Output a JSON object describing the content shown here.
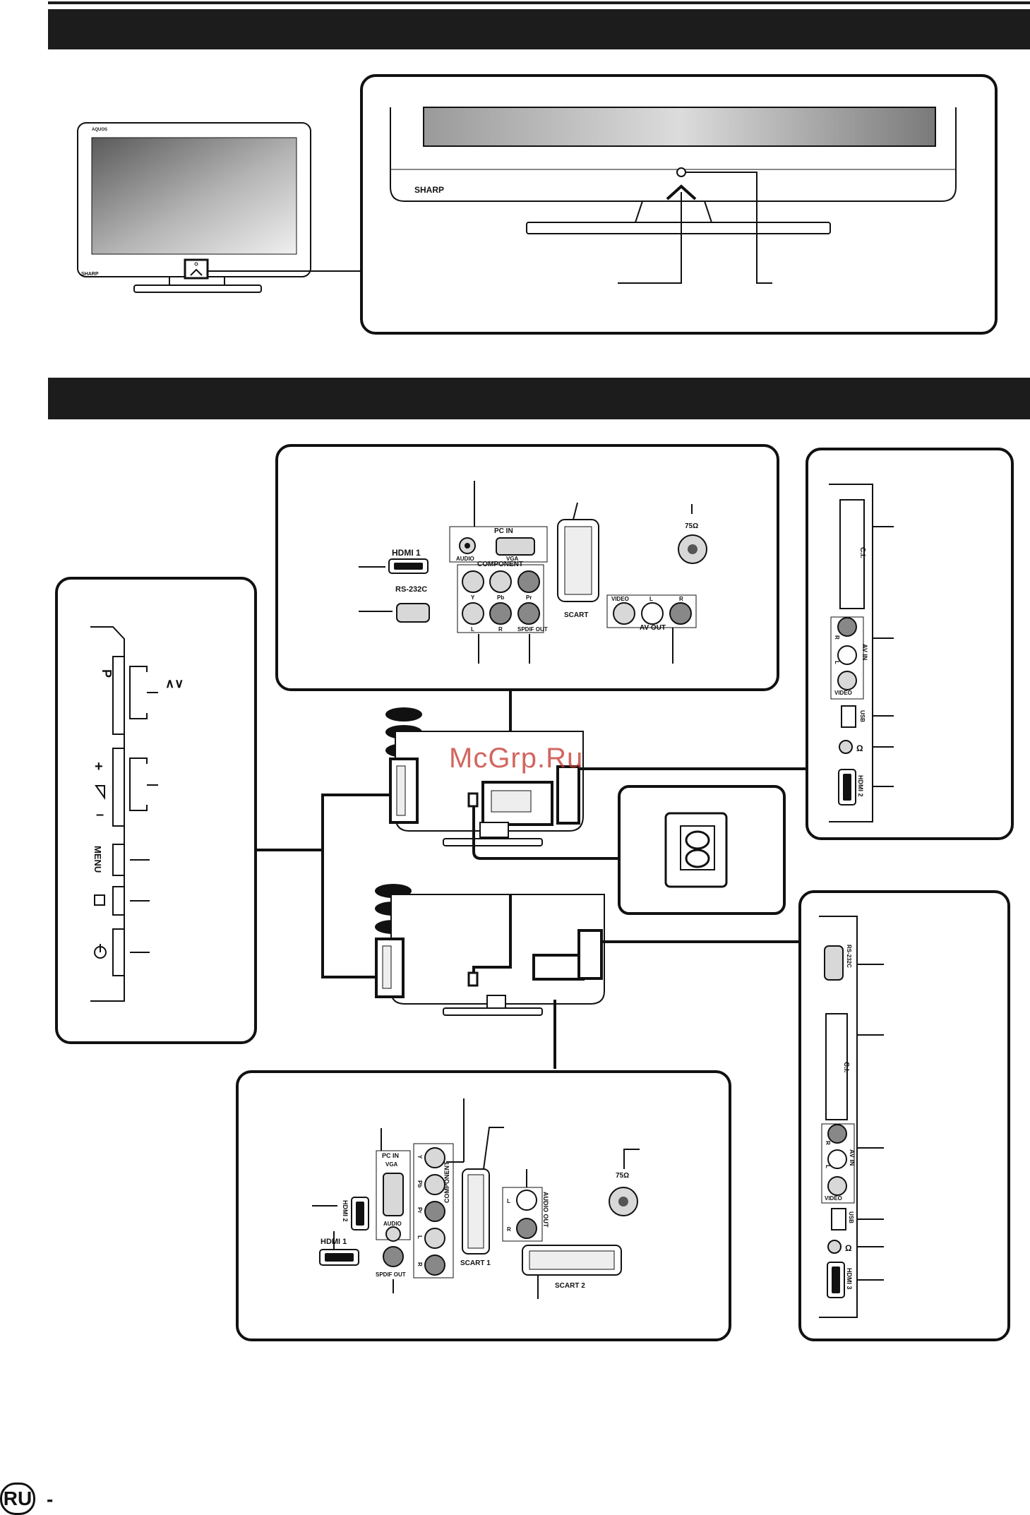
{
  "brand": "SHARP",
  "tv_logo": "AQUOS",
  "watermark": "McGrp.Ru",
  "page_lang_badge": "RU",
  "page_dash": "-",
  "side_panel": {
    "channel_symbols": "∧∨",
    "channel_letter": "P",
    "menu_label": "MENU",
    "icons": [
      "channel-up-down-icon",
      "volume-icon",
      "input-source-icon",
      "power-icon"
    ]
  },
  "top_rear_panel": {
    "hdmi1": "HDMI 1",
    "rs232c": "RS-232C",
    "pc_in": "PC IN",
    "audio": "AUDIO",
    "vga": "VGA",
    "component": "COMPONENT",
    "y": "Y",
    "pb": "Pb",
    "pr": "Pr",
    "l": "L",
    "r": "R",
    "spdif_out": "SPDIF OUT",
    "scart": "SCART",
    "antenna": "75Ω",
    "video": "VIDEO",
    "av_out": "AV OUT"
  },
  "right_top_panel": {
    "ci": "C.I.",
    "r": "R",
    "l": "L",
    "av_in": "AV IN",
    "video": "VIDEO",
    "usb": "USB",
    "hdmi2": "HDMI 2"
  },
  "bottom_rear_panel": {
    "hdmi2": "HDMI 2",
    "hdmi1": "HDMI 1",
    "pc_in": "PC IN",
    "vga": "VGA",
    "audio": "AUDIO",
    "spdif_out": "SPDIF OUT",
    "y": "Y",
    "pb": "Pb",
    "pr": "Pr",
    "l": "L",
    "r": "R",
    "component": "COMPONENT",
    "scart1": "SCART 1",
    "scart2": "SCART 2",
    "audio_out": "AUDIO OUT",
    "antenna": "75Ω"
  },
  "right_bottom_panel": {
    "rs232c": "RS-232C",
    "ci": "C.I.",
    "r": "R",
    "l": "L",
    "av_in": "AV IN",
    "video": "VIDEO",
    "usb": "USB",
    "hdmi3": "HDMI 3"
  },
  "colors": {
    "header_bar": "#1c1c1c",
    "watermark": "#c4342c",
    "jack_fill": "#d8d8d8"
  }
}
